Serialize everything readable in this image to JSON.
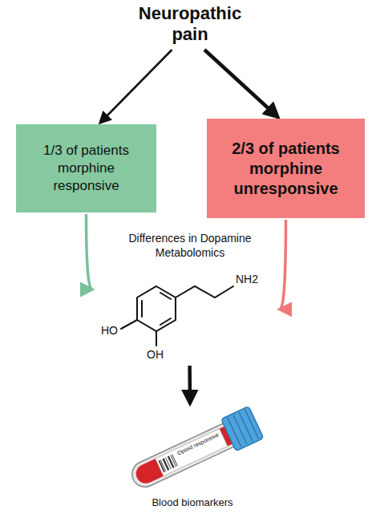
{
  "diagram": {
    "nodes": [
      {
        "text": [
          "Neuropathic pain"
        ]
      },
      {
        "text": [
          "1/3 of patients morphine responsive"
        ]
      },
      {
        "text": [
          "2/3 of patients morphine unresponsive"
        ]
      },
      {
        "text": [
          "NH2",
          "HO",
          "OH"
        ]
      },
      {
        "text": [
          "Opioid responsive",
          "Blood biomarkers"
        ]
      }
    ],
    "edges": [
      {
        "from": 0,
        "to": 1,
        "arrow": "to"
      },
      {
        "from": 0,
        "to": 2,
        "arrow": "to"
      },
      {
        "from": 1,
        "to": 3,
        "arrow": "to"
      },
      {
        "from": 2,
        "to": 3,
        "arrow": "to"
      },
      {
        "from": 3,
        "to": 4,
        "arrow": "to"
      }
    ],
    "labels": [
      "Differences in Dopamine Metabolomics"
    ]
  }
}
